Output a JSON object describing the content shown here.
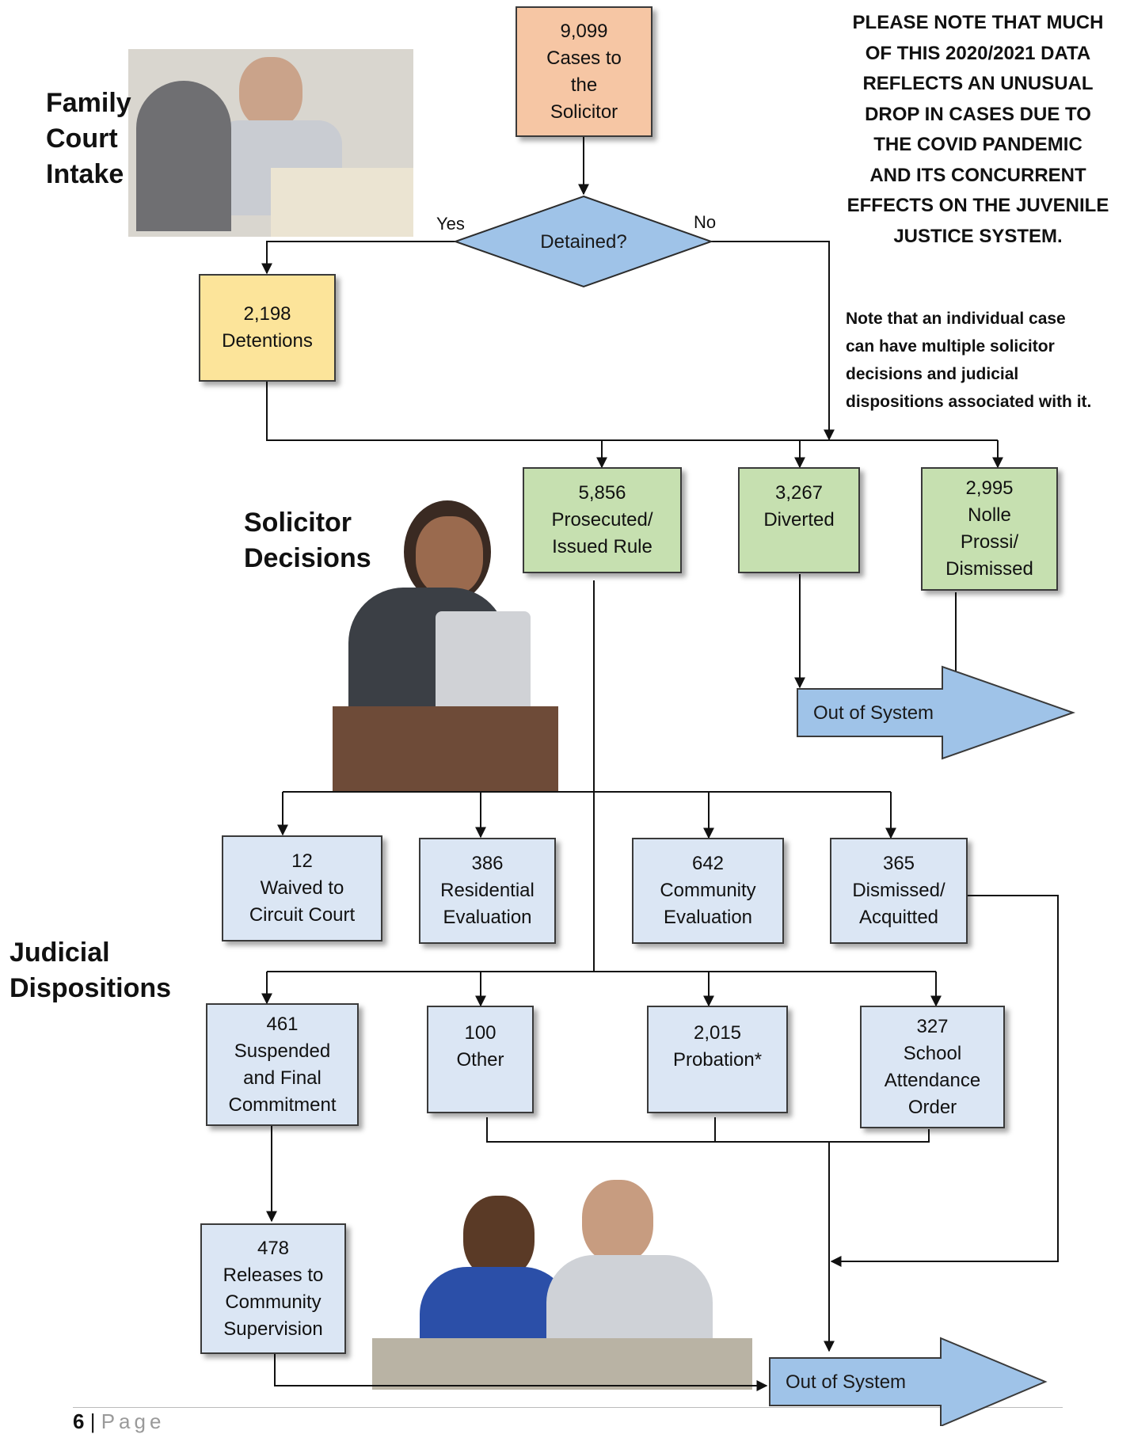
{
  "sections": {
    "intake": "Family\nCourt\nIntake",
    "solicitor": "Solicitor\nDecisions",
    "judicial": "Judicial\nDispositions"
  },
  "notes": {
    "covid": "PLEASE NOTE THAT MUCH\nOF THIS 2020/2021 DATA\nREFLECTS AN UNUSUAL\nDROP IN CASES DUE TO\nTHE COVID PANDEMIC\nAND ITS CONCURRENT\nEFFECTS ON THE JUVENILE\nJUSTICE SYSTEM.",
    "multiple": "Note that an individual case\ncan have multiple solicitor\ndecisions and judicial\ndispositions associated with it."
  },
  "decision": {
    "label": "Detained?",
    "yes": "Yes",
    "no": "No"
  },
  "boxes": {
    "cases": {
      "value": "9,099",
      "label": "Cases to\nthe\nSolicitor"
    },
    "detentions": {
      "value": "2,198",
      "label": "Detentions"
    },
    "prosecuted": {
      "value": "5,856",
      "label": "Prosecuted/\nIssued Rule"
    },
    "diverted": {
      "value": "3,267",
      "label": "Diverted"
    },
    "nolle": {
      "value": "2,995",
      "label": "Nolle\nProssi/\nDismissed"
    },
    "waived": {
      "value": "12",
      "label": "Waived to\nCircuit Court"
    },
    "residential": {
      "value": "386",
      "label": "Residential\nEvaluation"
    },
    "community": {
      "value": "642",
      "label": "Community\nEvaluation"
    },
    "dismissed": {
      "value": "365",
      "label": "Dismissed/\nAcquitted"
    },
    "suspended": {
      "value": "461",
      "label": "Suspended\nand Final\nCommitment"
    },
    "other": {
      "value": "100",
      "label": "Other"
    },
    "probation": {
      "value": "2,015",
      "label": "Probation*"
    },
    "school": {
      "value": "327",
      "label": "School\nAttendance\nOrder"
    },
    "releases": {
      "value": "478",
      "label": "Releases to\nCommunity\nSupervision"
    }
  },
  "out_of_system": {
    "upper": "Out of System",
    "lower": "Out of System"
  },
  "footer": {
    "page_number": "6",
    "separator": "|",
    "page_label": "Page"
  },
  "colors": {
    "orange": "#f6c6a4",
    "yellow": "#fce49a",
    "green": "#c6e0b0",
    "light_blue": "#dbe6f4",
    "decision_blue": "#9fc3e8",
    "arrow_blue": "#9fc3e8"
  }
}
